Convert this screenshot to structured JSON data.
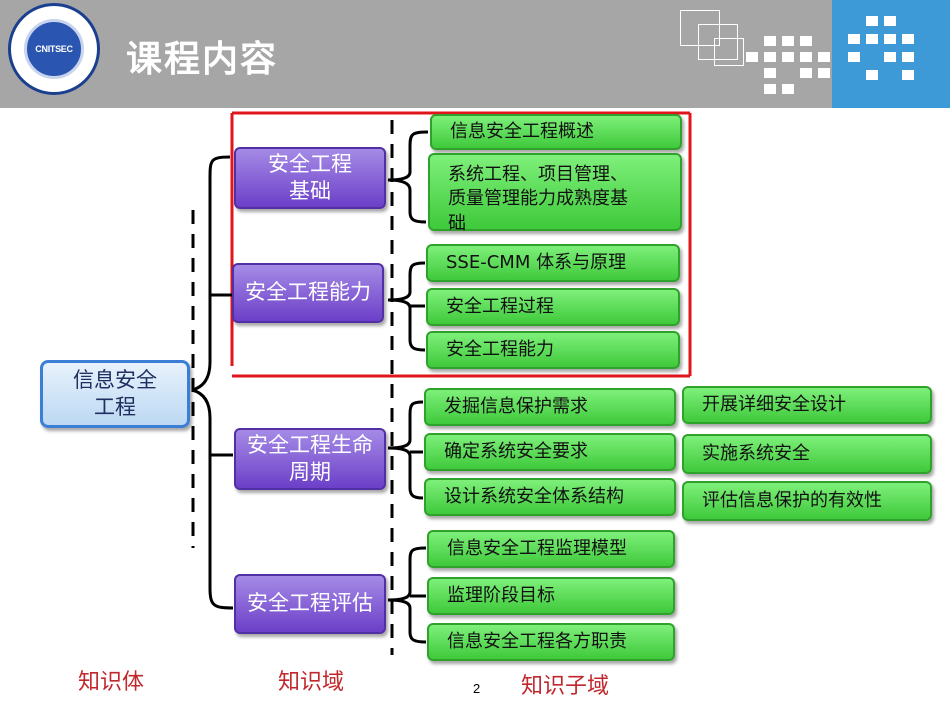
{
  "header": {
    "title": "课程内容",
    "logo_text": "CNITSEC"
  },
  "diagram": {
    "root": {
      "label": "信息安全\n工程"
    },
    "domains": [
      {
        "label": "安全工程\n基础",
        "subdomains": [
          "信息安全工程概述",
          "系统工程、项目管理、\n质量管理能力成熟度基\n础"
        ]
      },
      {
        "label": "安全工程能力",
        "subdomains": [
          "SSE-CMM 体系与原理",
          "安全工程过程",
          "安全工程能力"
        ]
      },
      {
        "label": "安全工程生命\n周期",
        "subdomains": [
          "发掘信息保护需求",
          "确定系统安全要求",
          "设计系统安全体系结构",
          "开展详细安全设计",
          "实施系统安全",
          "评估信息保护的有效性"
        ]
      },
      {
        "label": "安全工程评估",
        "subdomains": [
          "信息安全工程监理模型",
          "监理阶段目标",
          "信息安全工程各方职责"
        ]
      }
    ]
  },
  "captions": {
    "knowledge_body": "知识体",
    "knowledge_domain": "知识域",
    "knowledge_subdomain": "知识子域"
  },
  "page_number": "2",
  "colors": {
    "header_gray": "#a6a6a6",
    "header_blue": "#3d9ad6",
    "root_border": "#3a7fd5",
    "domain_purple": "#6c3fc8",
    "subdomain_green": "#3fc93b",
    "highlight_red": "#e0141b",
    "caption_red": "#c0282d"
  }
}
